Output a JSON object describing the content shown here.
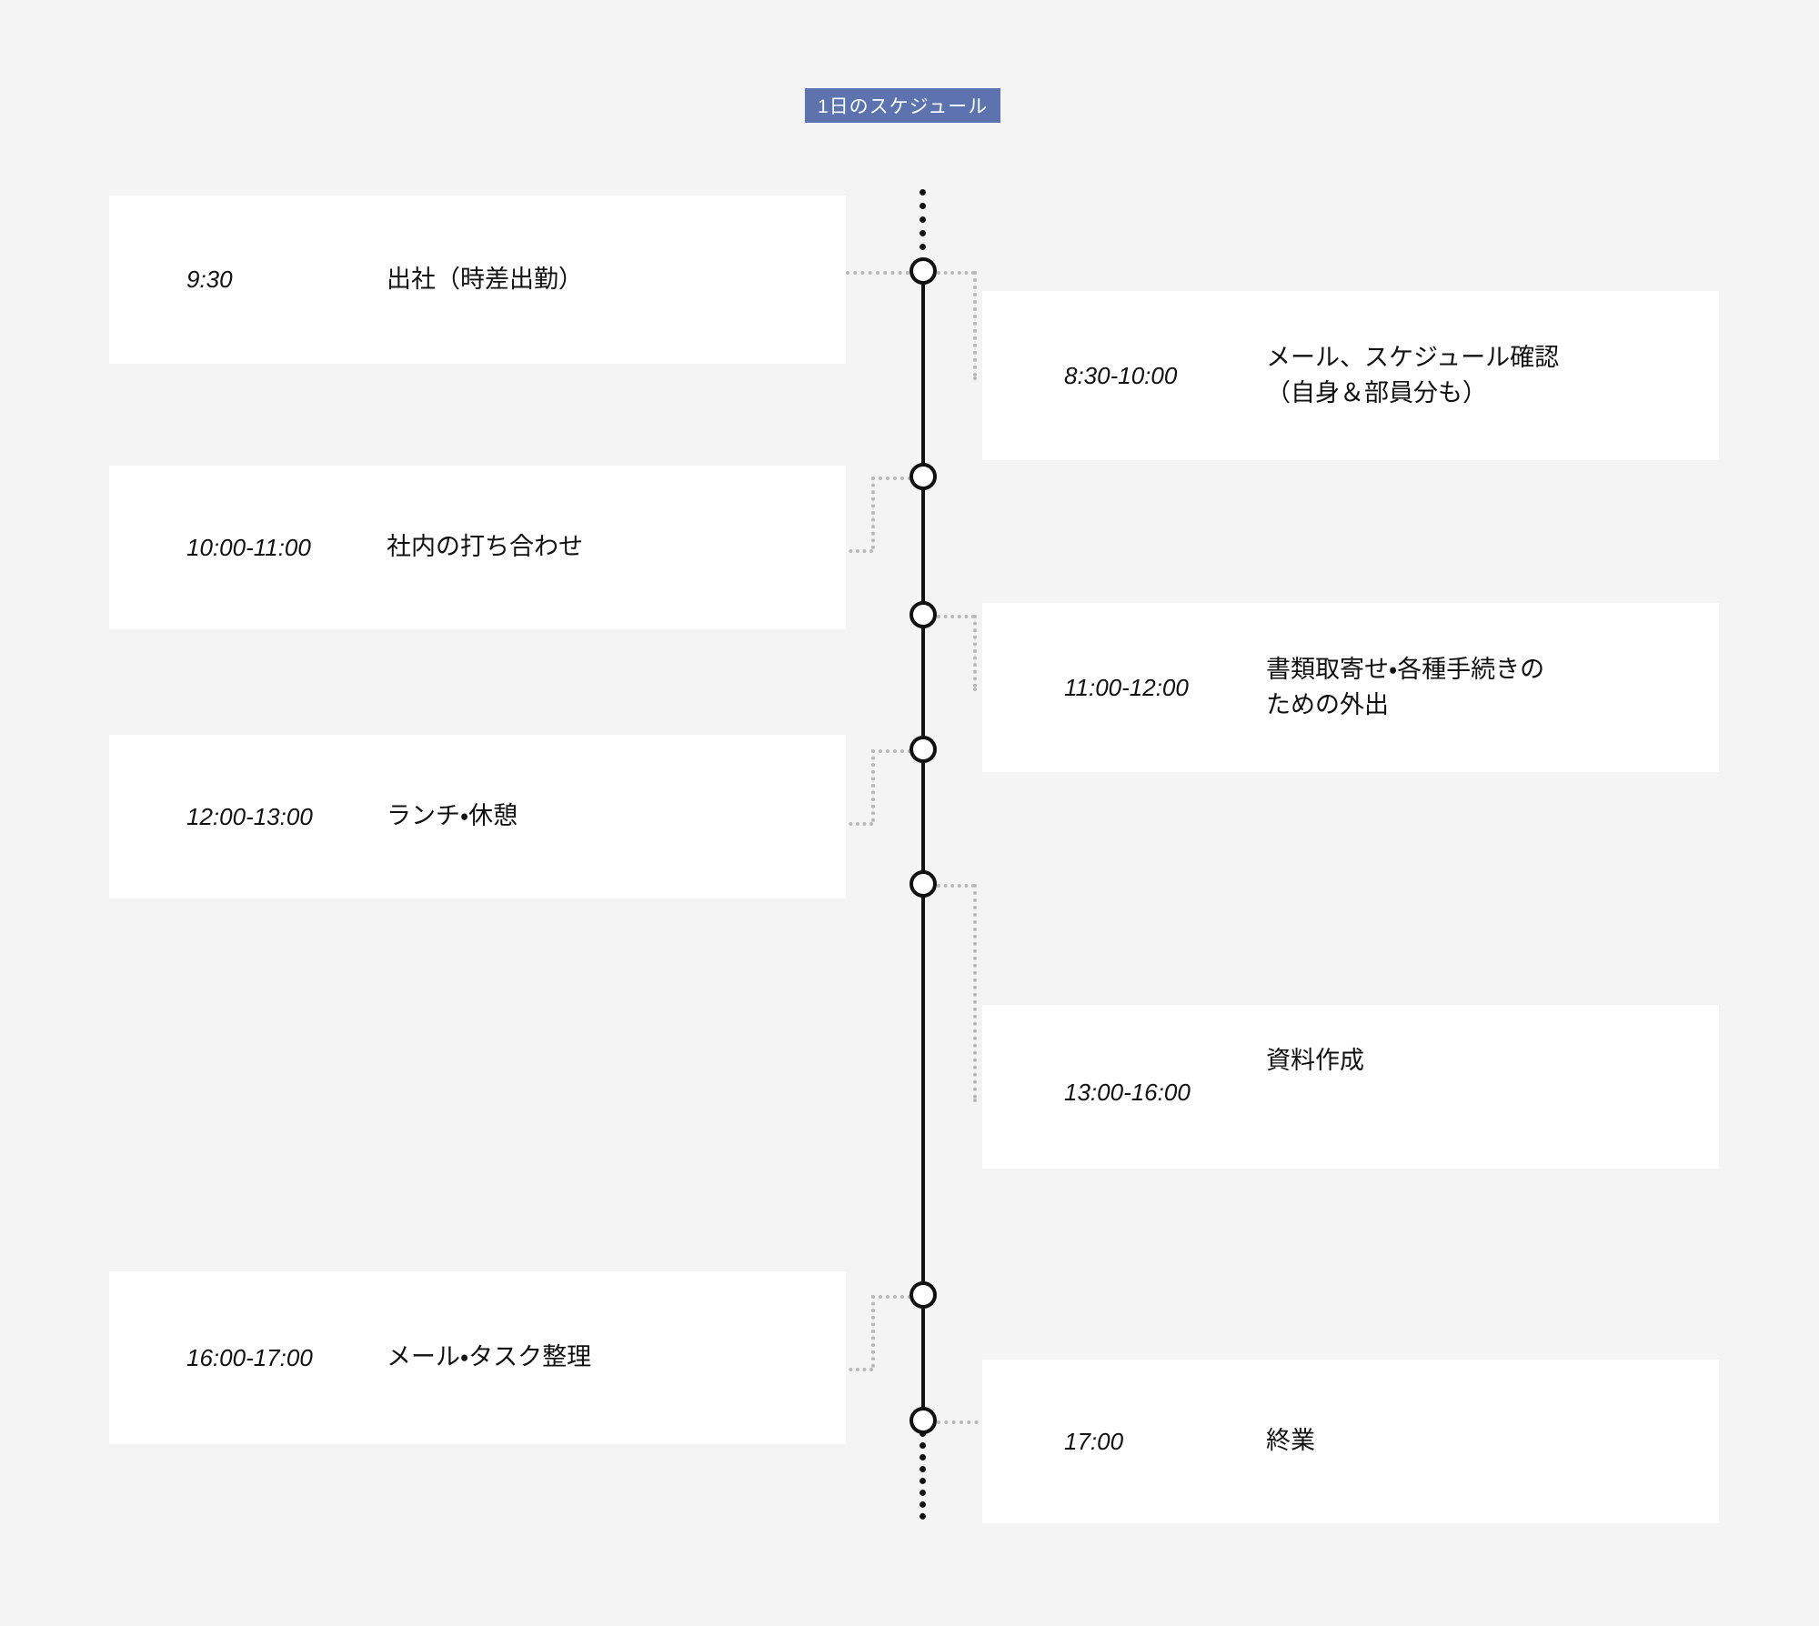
{
  "header": {
    "title": "1日のスケジュール",
    "banner_color": "#5c73b0",
    "banner_text_color": "#ffffff"
  },
  "theme": {
    "background": "#f4f4f4",
    "card_background": "#ffffff",
    "axis_color": "#111111",
    "connector_color": "#b8b8b8",
    "text_color": "#111111"
  },
  "timeline": {
    "orientation": "vertical",
    "node_count": 7,
    "events": [
      {
        "id": "event-1",
        "side": "left",
        "time": "9:30",
        "label": "出社（時差出勤）"
      },
      {
        "id": "event-2",
        "side": "right",
        "time": "8:30-10:00",
        "label": "メール、スケジュール確認\n（自身＆部員分も）"
      },
      {
        "id": "event-3",
        "side": "left",
        "time": "10:00-11:00",
        "label": "社内の打ち合わせ"
      },
      {
        "id": "event-4",
        "side": "right",
        "time": "11:00-12:00",
        "label": "書類取寄せ・各種手続きの\nための外出"
      },
      {
        "id": "event-5",
        "side": "left",
        "time": "12:00-13:00",
        "label": "ランチ・休憩"
      },
      {
        "id": "event-6",
        "side": "right",
        "time": "13:00-16:00",
        "label": "資料作成"
      },
      {
        "id": "event-7",
        "side": "left",
        "time": "16:00-17:00",
        "label": "メール・タスク整理"
      },
      {
        "id": "event-8",
        "side": "right",
        "time": "17:00",
        "label": "終業"
      }
    ]
  }
}
